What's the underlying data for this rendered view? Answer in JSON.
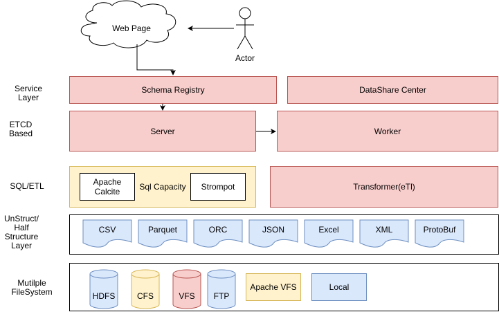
{
  "top": {
    "web_page": "Web Page",
    "actor": "Actor"
  },
  "layers": {
    "service": [
      "Service",
      "Layer"
    ],
    "etcd": [
      "ETCD",
      "Based"
    ],
    "sql": "SQL/ETL",
    "unstruct": [
      "UnStruct/",
      "Half",
      "Structure",
      "Layer"
    ],
    "filesystem": [
      "Mutilple",
      "FileSystem"
    ]
  },
  "service_layer": {
    "schema_registry": "Schema Registry",
    "datashare_center": "DataShare Center"
  },
  "etcd_layer": {
    "server": "Server",
    "worker": "Worker"
  },
  "sql_layer": {
    "apache_calcite": [
      "Apache",
      "Calcite"
    ],
    "sql_capacity": "Sql Capacity",
    "strompot": "Strompot",
    "transformer": "Transformer(eTl)"
  },
  "formats": [
    "CSV",
    "Parquet",
    "ORC",
    "JSON",
    "Excel",
    "XML",
    "ProtoBuf"
  ],
  "filesystems": {
    "hdfs": "HDFS",
    "cfs": "CFS",
    "vfs": "VFS",
    "ftp": "FTP",
    "apache_vfs": "Apache VFS",
    "local": "Local"
  },
  "colors": {
    "pink_fill": "#f8cecc",
    "pink_stroke": "#b85450",
    "yellow_fill": "#fff2cc",
    "yellow_stroke": "#d6b656",
    "blue_fill": "#dae8fc",
    "blue_stroke": "#6c8ebf"
  }
}
